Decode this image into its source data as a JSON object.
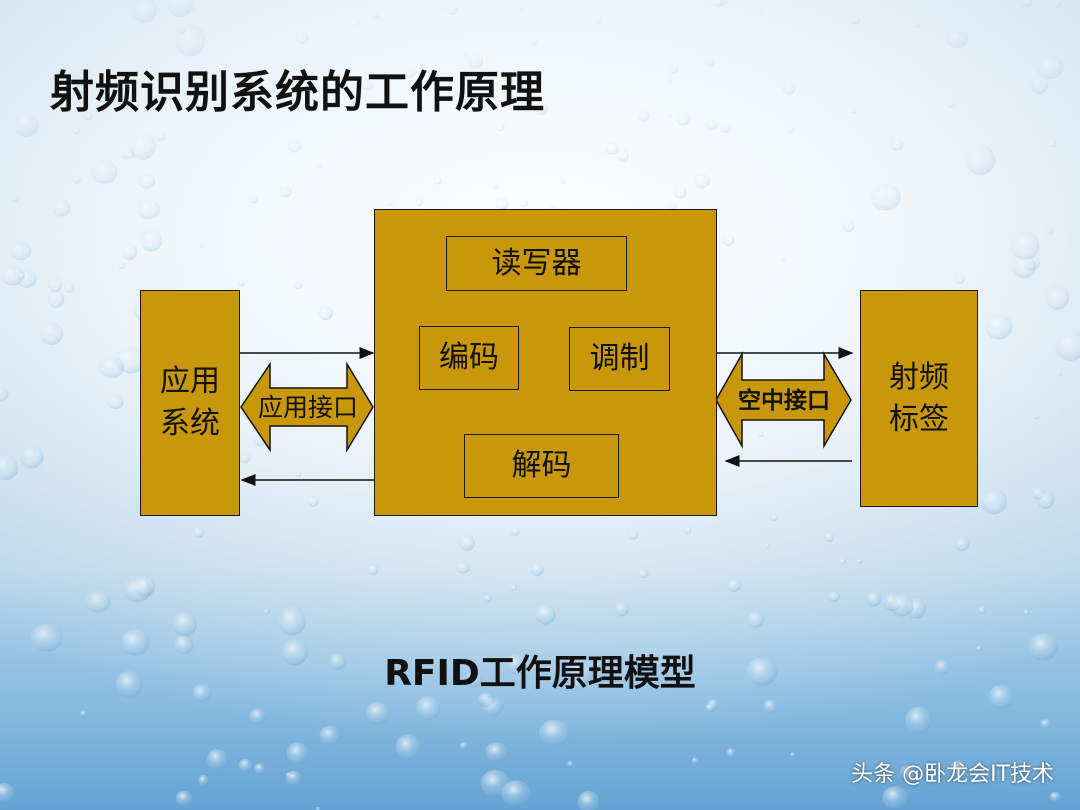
{
  "slide": {
    "title": "射频识别系统的工作原理",
    "caption": "RFID工作原理模型",
    "credit": "头条 @卧龙会IT技术"
  },
  "diagram": {
    "app_system": {
      "line1": "应用",
      "line2": "系统"
    },
    "reader": {
      "title": "读写器",
      "encode": "编码",
      "modulate": "调制",
      "decode": "解码"
    },
    "rf_tag": {
      "line1": "射频",
      "line2": "标签"
    },
    "app_interface": "应用接口",
    "air_interface": "空中接口"
  },
  "colors": {
    "box_fill": "#c9980a",
    "arrow_fill": "#c9980a",
    "line": "#111111"
  }
}
